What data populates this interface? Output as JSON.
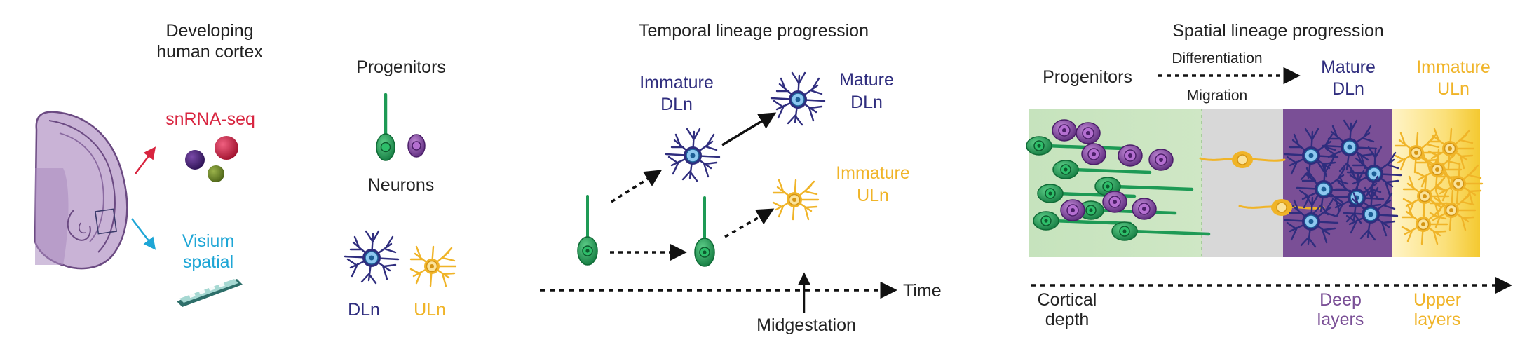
{
  "colors": {
    "deep_neuron": "#2f2d7e",
    "upper_neuron": "#f0b428",
    "progenitor": "#1e9a55",
    "snrna": "#d8243f",
    "visium": "#1ea6d6",
    "deep_layer": "#7a4f96",
    "upper_layer": "#f7d23e",
    "progenitor_zone": "#c8e4c0",
    "migration_zone": "#d8d8d8",
    "cortex": "#c9b3d6",
    "text": "#222222"
  },
  "panel1": {
    "title_line1": "Developing",
    "title_line2": "human cortex",
    "snrna_label": "snRNA-seq",
    "visium_line1": "Visium",
    "visium_line2": "spatial"
  },
  "legend": {
    "progenitors": "Progenitors",
    "neurons": "Neurons",
    "dln": "DLn",
    "uln": "ULn"
  },
  "temporal": {
    "title": "Temporal lineage progression",
    "immature_dln_line1": "Immature",
    "immature_dln_line2": "DLn",
    "mature_dln_line1": "Mature",
    "mature_dln_line2": "DLn",
    "immature_uln_line1": "Immature",
    "immature_uln_line2": "ULn",
    "time": "Time",
    "midgestation": "Midgestation"
  },
  "spatial": {
    "title": "Spatial lineage progression",
    "progenitors": "Progenitors",
    "differentiation": "Differentiation",
    "migration": "Migration",
    "mature_dln_line1": "Mature",
    "mature_dln_line2": "DLn",
    "immature_uln_line1": "Immature",
    "immature_uln_line2": "ULn",
    "cortical_line1": "Cortical",
    "cortical_line2": "depth",
    "deep_line1": "Deep",
    "deep_line2": "layers",
    "upper_line1": "Upper",
    "upper_line2": "layers"
  }
}
